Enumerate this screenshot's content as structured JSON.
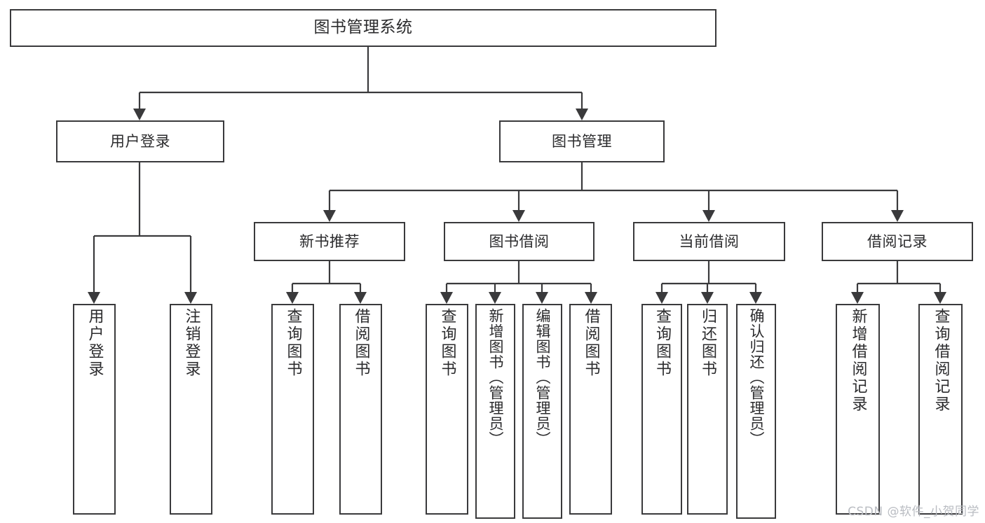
{
  "diagram": {
    "title": "图书管理系统",
    "watermark": "CSDN @软件_小贺同学",
    "colors": {
      "background": "#ffffff",
      "line": "#3a3a3c",
      "box_fill": "#ffffff",
      "text": "#2b2b2d",
      "watermark": "#b9bcc2"
    },
    "root": {
      "label": "图书管理系统"
    },
    "level1": [
      {
        "label": "用户登录"
      },
      {
        "label": "图书管理"
      }
    ],
    "level2": [
      {
        "label": "新书推荐"
      },
      {
        "label": "图书借阅"
      },
      {
        "label": "当前借阅"
      },
      {
        "label": "借阅记录"
      }
    ],
    "leaves": {
      "user_login": [
        {
          "label": "用户登录"
        },
        {
          "label": "注销登录"
        }
      ],
      "new_book_recommend": [
        {
          "label": "查询图书"
        },
        {
          "label": "借阅图书"
        }
      ],
      "book_borrow": [
        {
          "label": "查询图书"
        },
        {
          "label": "新增图书（管理员）"
        },
        {
          "label": "编辑图书（管理员）"
        },
        {
          "label": "借阅图书"
        }
      ],
      "current_borrow": [
        {
          "label": "查询图书"
        },
        {
          "label": "归还图书"
        },
        {
          "label": "确认归还（管理员）"
        }
      ],
      "borrow_record": [
        {
          "label": "新增借阅记录"
        },
        {
          "label": "查询借阅记录"
        }
      ]
    }
  }
}
